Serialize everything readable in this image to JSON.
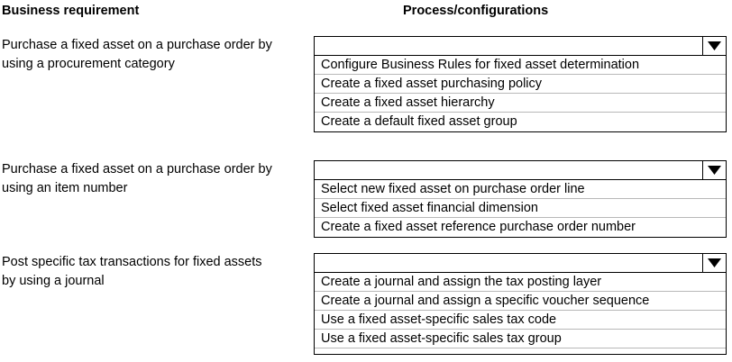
{
  "headers": {
    "left": "Business requirement",
    "right": "Process/configurations"
  },
  "icons": {
    "dropdown_arrow": "chevron-down-icon"
  },
  "rows": [
    {
      "requirement_lines": [
        "Purchase a fixed asset on a purchase order by",
        "using a procurement category"
      ],
      "dropdown": {
        "selected": "",
        "options": [
          "Configure Business Rules for fixed asset determination",
          "Create a fixed asset purchasing policy",
          "Create a fixed asset hierarchy",
          "Create a default fixed asset group"
        ]
      }
    },
    {
      "requirement_lines": [
        "Purchase a fixed asset on a purchase order by",
        "using an item number"
      ],
      "dropdown": {
        "selected": "",
        "options": [
          "Select new fixed asset on purchase order line",
          "Select fixed asset financial dimension",
          "Create a fixed asset reference purchase order number"
        ]
      }
    },
    {
      "requirement_lines": [
        "Post specific tax transactions for fixed assets",
        "by using a journal"
      ],
      "dropdown": {
        "selected": "",
        "options": [
          "Create a journal and assign the tax posting layer",
          "Create a journal and assign a specific voucher sequence",
          "Use a fixed asset-specific sales tax code",
          "Use a fixed asset-specific sales tax group"
        ]
      }
    }
  ],
  "colors": {
    "border": "#000000",
    "separator": "#b8b8b8",
    "background": "#ffffff",
    "text": "#000000"
  }
}
